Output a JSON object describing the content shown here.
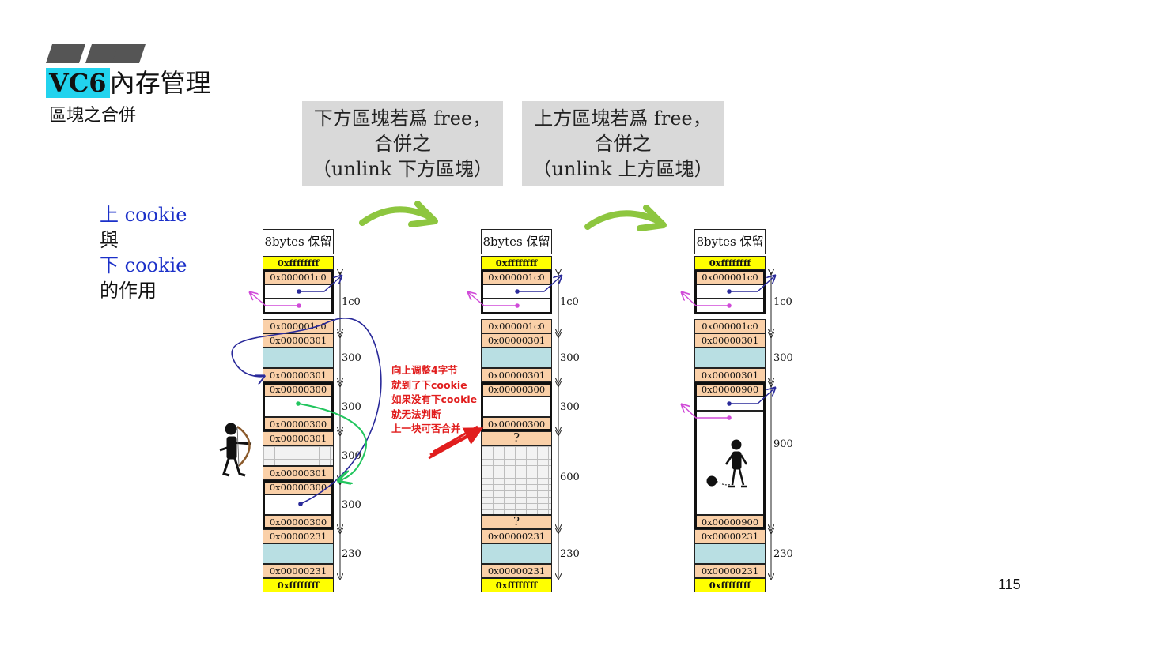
{
  "title": {
    "highlight": "VC6",
    "rest": "內存管理"
  },
  "subtitle": "區塊之合併",
  "notes": [
    {
      "line1": "下方區塊若爲 free，",
      "line2": "合併之",
      "line3": "（unlink 下方區塊）"
    },
    {
      "line1": "上方區塊若爲 free，",
      "line2": "合併之",
      "line3": "（unlink 上方區塊）"
    }
  ],
  "legend": {
    "l1a": "上",
    "l1b": " cookie",
    "l2": "與",
    "l3a": "下",
    "l3b": " cookie",
    "l4": "的作用"
  },
  "red_note": [
    "向上调整4字节",
    "就到了下cookie",
    "如果没有下cookie",
    "就无法判断",
    "上一块可否合并"
  ],
  "page_number": "115",
  "columns": [
    {
      "header": "8bytes 保留",
      "cells": [
        "0xffffffff",
        "0x000001c0",
        "",
        "",
        "0x000001c0",
        "0x00000301",
        "",
        "0x00000301",
        "0x00000300",
        "",
        "0x00000300",
        "0x00000301",
        "",
        "0x00000301",
        "0x00000300",
        "",
        "0x00000300",
        "0x00000231",
        "",
        "0x00000231",
        "0xffffffff"
      ],
      "sizes": [
        "1c0",
        "300",
        "300",
        "300",
        "300",
        "230"
      ]
    },
    {
      "header": "8bytes 保留",
      "cells": [
        "0xffffffff",
        "0x000001c0",
        "",
        "",
        "0x000001c0",
        "0x00000301",
        "",
        "0x00000301",
        "0x00000300",
        "",
        "0x00000300",
        "?",
        "",
        "?",
        "0x00000231",
        "",
        "0x00000231",
        "0xffffffff"
      ],
      "sizes": [
        "1c0",
        "300",
        "300",
        "600",
        "230"
      ]
    },
    {
      "header": "8bytes 保留",
      "cells": [
        "0xffffffff",
        "0x000001c0",
        "",
        "",
        "0x000001c0",
        "0x00000301",
        "",
        "0x00000301",
        "0x00000900",
        "",
        "",
        "0x00000900",
        "0x00000231",
        "",
        "0x00000231",
        "0xffffffff"
      ],
      "sizes": [
        "1c0",
        "300",
        "900",
        "230"
      ]
    }
  ],
  "colors": {
    "accent": "#22d3ee",
    "arrow_green": "#8dc63f",
    "legend_blue": "#1b30c9",
    "note_red": "#e11d1d"
  }
}
